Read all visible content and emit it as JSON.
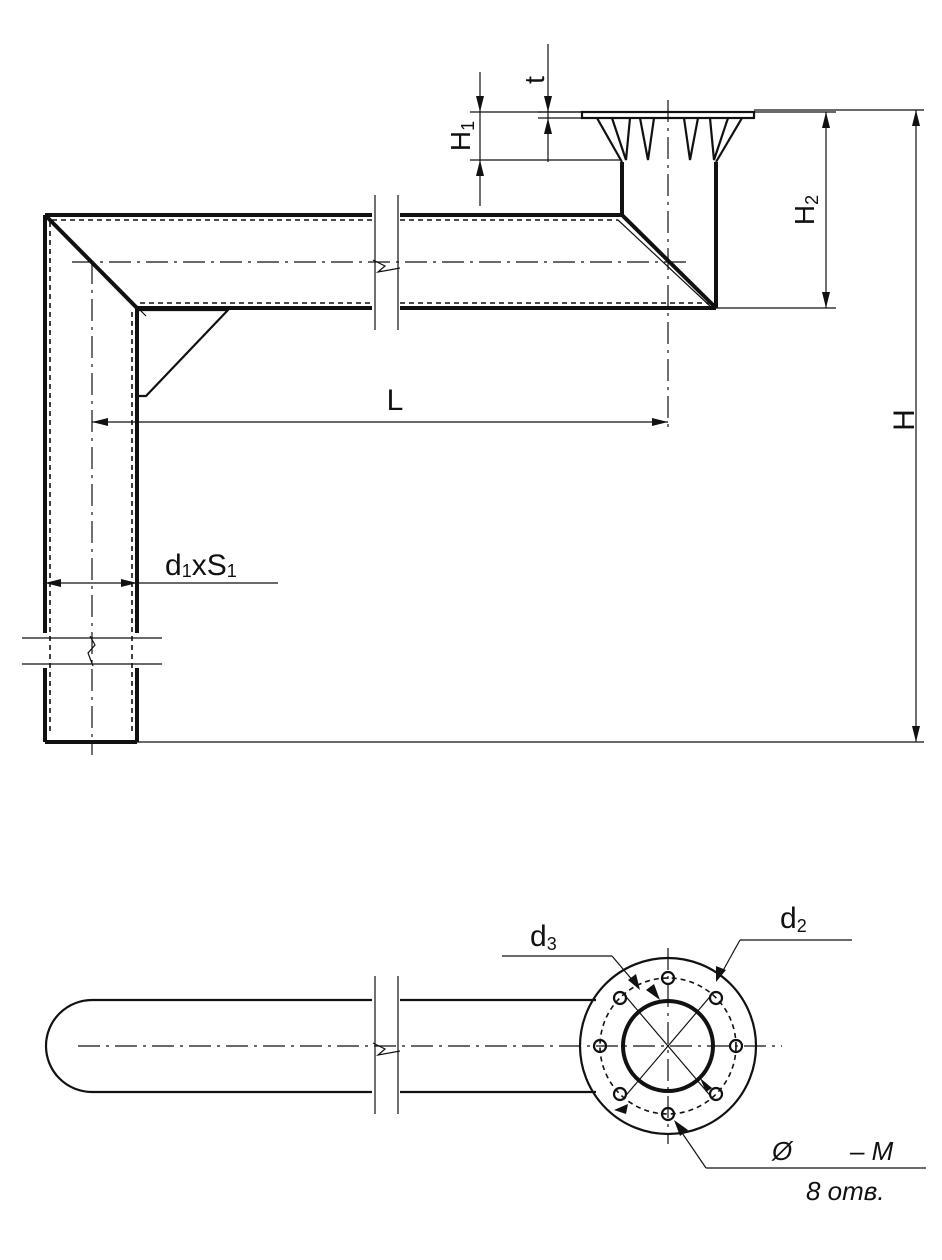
{
  "drawing": {
    "labels": {
      "t": "t",
      "H1_main": "H",
      "H1_sub": "1",
      "H2_main": "H",
      "H2_sub": "2",
      "H": "H",
      "L": "L",
      "d1_a": "d",
      "d1_a_sub": "1",
      "d1_b": "xS",
      "d1_b_sub": "1",
      "d3_main": "d",
      "d3_sub": "3",
      "d2_main": "d",
      "d2_sub": "2",
      "hole_phi": "Ø",
      "hole_m": "– M",
      "hole_count": "8 отв."
    }
  }
}
